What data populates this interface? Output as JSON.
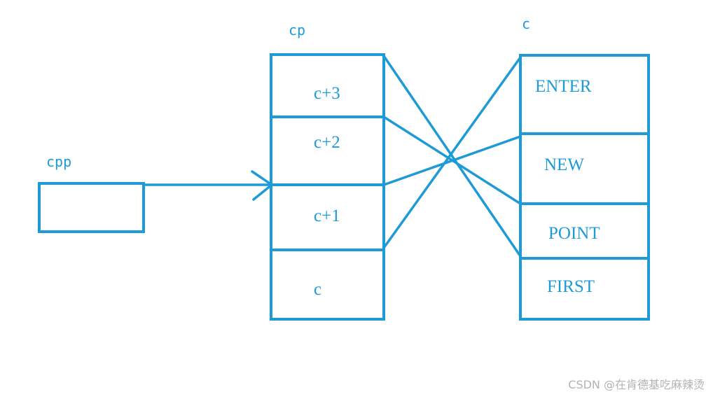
{
  "labels": {
    "cpp": "cpp",
    "cp": "cp",
    "c": "c"
  },
  "cp_cells": [
    "c+3",
    "c+2",
    "c+1",
    "c"
  ],
  "c_cells": [
    "ENTER",
    "NEW",
    "POINT",
    "FIRST"
  ],
  "watermark": "CSDN @在肯德基吃麻辣烫",
  "colors": {
    "stroke": "#1e9bd7",
    "watermark": "#b3b3b3"
  }
}
